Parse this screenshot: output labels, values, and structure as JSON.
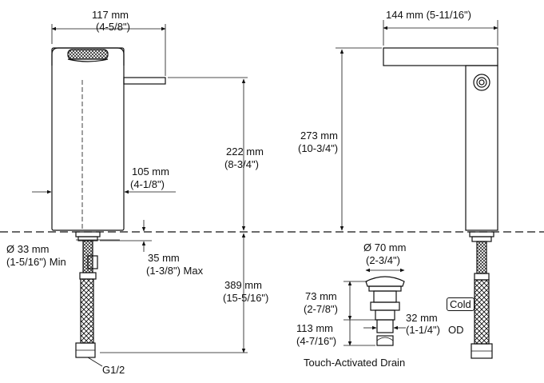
{
  "colors": {
    "line": "#111111",
    "background": "#ffffff"
  },
  "labels": {
    "top_width_mm": "117 mm",
    "top_width_in": "(4-5/8\")",
    "side_width_mm": "144 mm (5-11/16\")",
    "spout_height_mm": "222 mm",
    "spout_height_in": "(8-3/4\")",
    "total_height_mm": "273 mm",
    "total_height_in": "(10-3/4\")",
    "body_width_mm": "105 mm",
    "body_width_in": "(4-1/8\")",
    "hole_dia_mm": "Ø 33 mm",
    "hole_dia_in": "(1-5/16\") Min",
    "deck_mm": "35 mm",
    "deck_in": "(1-3/8\") Max",
    "below_mm": "389 mm",
    "below_in": "(15-5/16\")",
    "thread": "G1/2",
    "drain_dia_mm": "Ø 70 mm",
    "drain_dia_in": "(2-3/4\")",
    "drain_h1_mm": "73 mm",
    "drain_h1_in": "(2-7/8\")",
    "drain_h2_mm": "113 mm",
    "drain_h2_in": "(4-7/16\")",
    "drain_od_mm": "32 mm",
    "drain_od_in": "(1-1/4\")",
    "drain_od_suffix": "OD",
    "drain_caption": "Touch-Activated Drain",
    "cold": "Cold"
  }
}
